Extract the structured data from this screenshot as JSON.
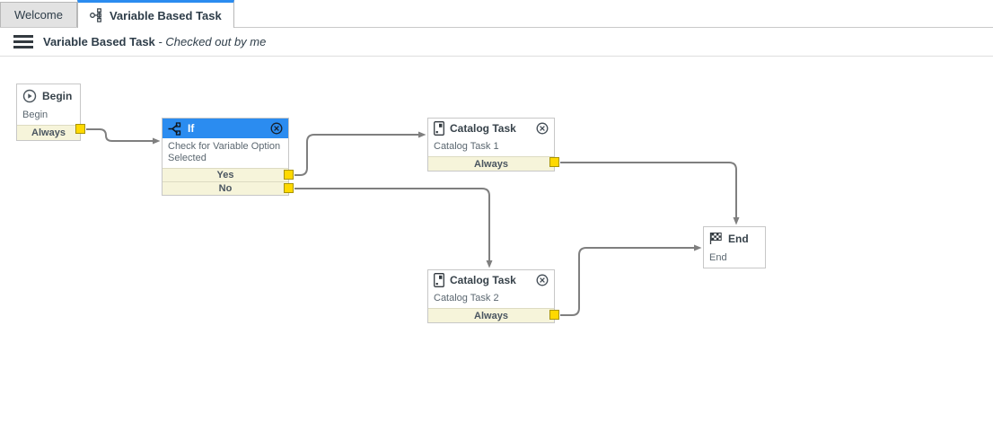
{
  "tabs": {
    "welcome": {
      "label": "Welcome"
    },
    "workflow": {
      "label": "Variable Based Task"
    }
  },
  "header": {
    "title": "Variable Based Task",
    "status": "- Checked out by me"
  },
  "workflow": {
    "nodes": {
      "begin": {
        "title": "Begin",
        "description": "Begin",
        "transition": "Always"
      },
      "if": {
        "title": "If",
        "description": "Check for Variable Option Selected",
        "transition_yes": "Yes",
        "transition_no": "No"
      },
      "catalog_task_1": {
        "title": "Catalog Task",
        "description": "Catalog Task 1",
        "transition": "Always"
      },
      "catalog_task_2": {
        "title": "Catalog Task",
        "description": "Catalog Task 2",
        "transition": "Always"
      },
      "end": {
        "title": "End",
        "description": "End"
      }
    },
    "colors": {
      "active_tab_accent": "#2b8cf0",
      "if_header_bg": "#2b8cf0",
      "transition_row_bg": "#f6f4da",
      "handle_fill": "#ffd900",
      "handle_border": "#a99400",
      "connector_line": "#7f7f7f"
    }
  }
}
